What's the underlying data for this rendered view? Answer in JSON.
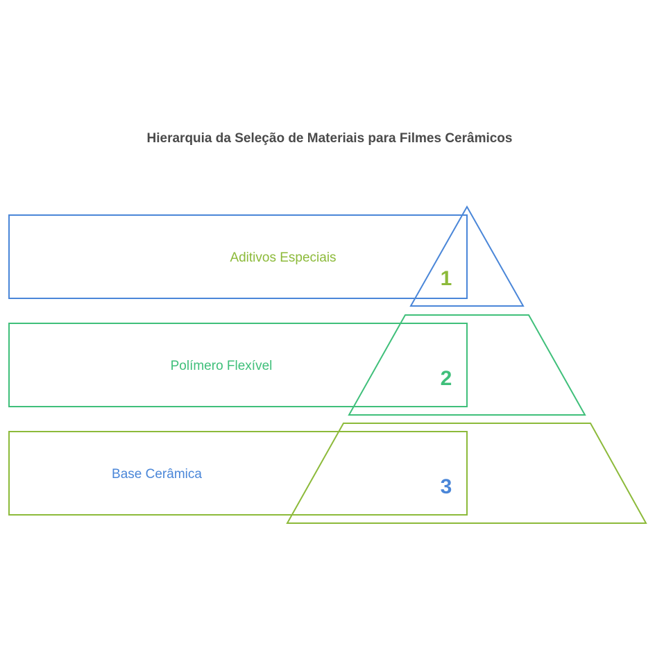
{
  "title": "Hierarquia da Seleção de Materiais para Filmes Cerâmicos",
  "colors": {
    "blue": "#4a86d8",
    "teal": "#3fbf7a",
    "olive": "#8cba3a",
    "title": "#4a4a4a"
  },
  "levels": [
    {
      "number": "1",
      "label": "Aditivos Especiais"
    },
    {
      "number": "2",
      "label": "Polímero Flexível"
    },
    {
      "number": "3",
      "label": "Base Cerâmica"
    }
  ]
}
